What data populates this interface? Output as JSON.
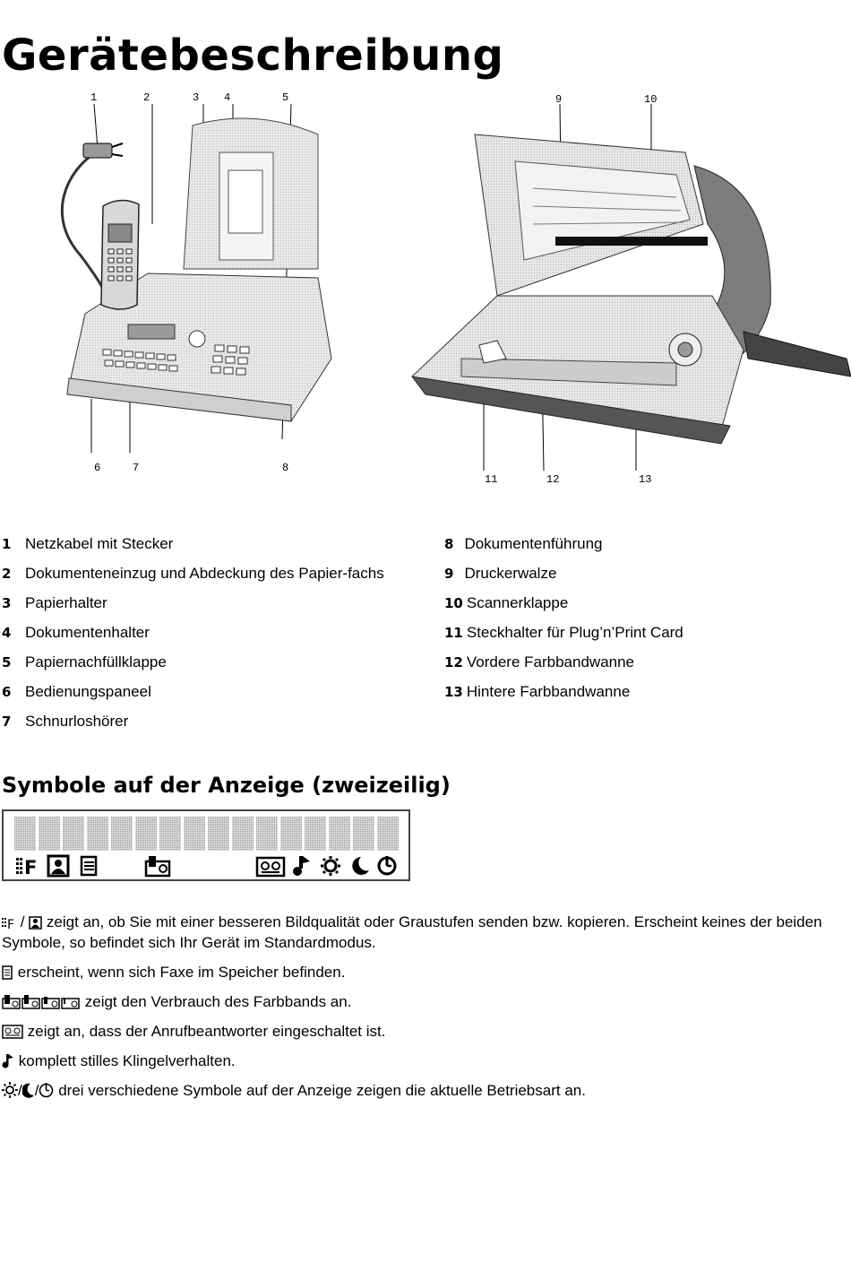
{
  "page": {
    "title": "Gerätebeschreibung"
  },
  "figures": {
    "left": {
      "callouts": [
        "1",
        "2",
        "3",
        "4",
        "5",
        "6",
        "7",
        "8"
      ]
    },
    "right": {
      "callouts": [
        "9",
        "10",
        "11",
        "12",
        "13"
      ]
    }
  },
  "parts": {
    "left": [
      {
        "num": "1",
        "text": "Netzkabel mit Stecker"
      },
      {
        "num": "2",
        "text": "Dokumenteneinzug und Abdeckung des Papier-fachs"
      },
      {
        "num": "3",
        "text": "Papierhalter"
      },
      {
        "num": "4",
        "text": "Dokumentenhalter"
      },
      {
        "num": "5",
        "text": "Papiernachfüllklappe"
      },
      {
        "num": "6",
        "text": "Bedienungspaneel"
      },
      {
        "num": "7",
        "text": "Schnurloshörer"
      }
    ],
    "right": [
      {
        "num": "8",
        "text": "Dokumentenführung"
      },
      {
        "num": "9",
        "text": "Druckerwalze"
      },
      {
        "num": "10",
        "text": "Scannerklappe"
      },
      {
        "num": "11",
        "text": "Steckhalter für Plug’n’Print Card"
      },
      {
        "num": "12",
        "text": "Vordere Farbbandwanne"
      },
      {
        "num": "13",
        "text": "Hintere Farbbandwanne"
      }
    ]
  },
  "symbols_section": {
    "title": "Symbole auf der Anzeige (zweizeilig)",
    "lcd": {
      "cell_count": 16,
      "icons": [
        "fine-f-icon",
        "photo-icon",
        "memory-icon",
        "ribbon-icon",
        "answering-machine-icon",
        "silent-bell-icon",
        "sun-icon",
        "moon-icon",
        "clock-icon"
      ]
    },
    "descriptions": {
      "quality": "zeigt an, ob Sie mit einer besseren Bildqualität oder Graustufen senden bzw. kopieren. Erscheint keines der beiden Symbole, so befindet sich Ihr Gerät im Standardmodus.",
      "memory": "erscheint, wenn sich Faxe im Speicher befinden.",
      "ribbon": "zeigt den Verbrauch des Farbbands an.",
      "answering": "zeigt an, dass der Anrufbeantworter eingeschaltet ist.",
      "silent": "komplett stilles Klingelverhalten.",
      "mode": "drei verschiedene Symbole auf der Anzeige zeigen die aktuelle Betriebsart an."
    }
  }
}
